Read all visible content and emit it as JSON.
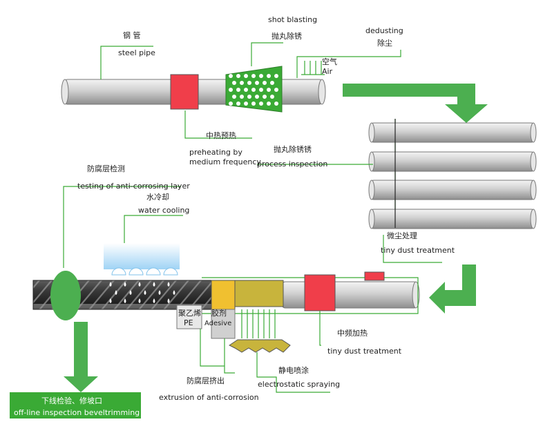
{
  "colors": {
    "line_green": "#3aaa35",
    "arrow_green": "#4caf50",
    "heater_red": "#f03e4a",
    "pipe_gray": "#c8c8c8",
    "coat_dark": "#3c3c3c",
    "yellow": "#f0c030",
    "olive": "#c8b43c"
  },
  "labels": {
    "steel_pipe_cn": "钢 管",
    "steel_pipe_en": "steel pipe",
    "shot_blasting_en": "shot blasting",
    "shot_blasting_cn": "抛丸除锈",
    "dedusting_en": "dedusting",
    "dedusting_cn": "除尘",
    "air_cn": "空气",
    "air_en": "Air",
    "preheat_cn": "中热预热",
    "preheat_en_1": "preheating by",
    "preheat_en_2": "medium frequency",
    "process_inspection_cn": "抛丸除锈锈",
    "process_inspection_en": "process inspection",
    "anticorr_test_cn": "防腐层检测",
    "anticorr_test_en": "testing of anti-corrosing layer",
    "water_cooling_cn": "水冷却",
    "water_cooling_en": "water cooling",
    "tiny_dust_cn": "微尘处理",
    "tiny_dust_en": "tiny dust treatment",
    "pe_cn": "聚乙烯",
    "pe_en": "PE",
    "adhesive_cn": "胶剂",
    "adhesive_en": "Adesive",
    "mid_freq_cn": "中频加热",
    "mid_freq_en": "tiny dust treatment",
    "electro_cn": "静电喷涂",
    "electro_en": "electrostatic spraying",
    "extrusion_cn": "防腐层挤出",
    "extrusion_en": "extrusion of anti-corrosion",
    "offline_cn": "下线检验、修坡口",
    "offline_en": "off-line inspection beveltrimming"
  }
}
